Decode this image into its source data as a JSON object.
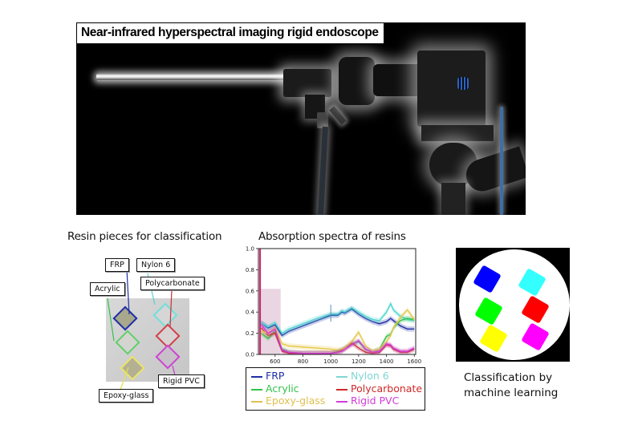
{
  "photo": {
    "title": "Near-infrared hyperspectral imaging rigid endoscope"
  },
  "resin": {
    "section_title": "Resin pieces for classification",
    "labels": [
      {
        "text": "FRP",
        "color": "#1f2fa8"
      },
      {
        "text": "Nylon 6",
        "color": "#4fd6d0"
      },
      {
        "text": "Acrylic",
        "color": "#33c24a"
      },
      {
        "text": "Polycarbonate",
        "color": "#c8303a"
      },
      {
        "text": "Rigid PVC",
        "color": "#c83ad0"
      },
      {
        "text": "Epoxy-glass",
        "color": "#e6e04a"
      }
    ]
  },
  "chart": {
    "section_title": "Absorption spectra of resins"
  },
  "classification": {
    "caption_line1": "Classification by",
    "caption_line2": "machine learning",
    "blob_colors": [
      "#0000ff",
      "#33ffff",
      "#00ff00",
      "#ff0000",
      "#ffff00",
      "#ff00ff"
    ]
  },
  "chart_data": {
    "type": "line",
    "title": "Absorption spectra of resins",
    "xlabel": "",
    "ylabel": "",
    "xlim": [
      480,
      1610
    ],
    "ylim": [
      0.0,
      1.0
    ],
    "x_ticks": [
      "600",
      "800",
      "1000",
      "1200",
      "1400",
      "1600"
    ],
    "y_ticks": [
      "0.0",
      "0.2",
      "0.4",
      "0.6",
      "0.8",
      "1.0"
    ],
    "grid": false,
    "legend_position": "below",
    "x": [
      500,
      550,
      600,
      650,
      700,
      800,
      900,
      1000,
      1050,
      1080,
      1100,
      1150,
      1200,
      1250,
      1300,
      1350,
      1400,
      1430,
      1450,
      1500,
      1550,
      1600
    ],
    "series": [
      {
        "name": "FRP",
        "color": "#1f2fa8",
        "values": [
          0.3,
          0.25,
          0.28,
          0.18,
          0.22,
          0.27,
          0.32,
          0.37,
          0.37,
          0.4,
          0.39,
          0.43,
          0.38,
          0.34,
          0.31,
          0.29,
          0.31,
          0.34,
          0.32,
          0.27,
          0.24,
          0.24
        ]
      },
      {
        "name": "Nylon 6",
        "color": "#4fd6d0",
        "values": [
          0.3,
          0.26,
          0.3,
          0.2,
          0.24,
          0.29,
          0.34,
          0.38,
          0.38,
          0.41,
          0.4,
          0.44,
          0.4,
          0.36,
          0.33,
          0.32,
          0.4,
          0.48,
          0.42,
          0.36,
          0.33,
          0.32
        ]
      },
      {
        "name": "Acrylic",
        "color": "#33c24a",
        "values": [
          0.2,
          0.15,
          0.22,
          0.05,
          0.02,
          0.01,
          0.01,
          0.01,
          0.03,
          0.04,
          0.06,
          0.1,
          0.12,
          0.05,
          0.02,
          0.05,
          0.17,
          0.19,
          0.25,
          0.32,
          0.34,
          0.33
        ]
      },
      {
        "name": "Polycarbonate",
        "color": "#c8303a",
        "values": [
          0.25,
          0.18,
          0.2,
          0.03,
          0.01,
          0.01,
          0.01,
          0.01,
          0.02,
          0.04,
          0.05,
          0.11,
          0.06,
          0.02,
          0.01,
          0.02,
          0.09,
          0.08,
          0.05,
          0.02,
          0.02,
          0.05
        ]
      },
      {
        "name": "Epoxy-glass",
        "color": "#e6c84a",
        "values": [
          0.22,
          0.2,
          0.25,
          0.1,
          0.08,
          0.07,
          0.06,
          0.05,
          0.04,
          0.05,
          0.06,
          0.12,
          0.21,
          0.08,
          0.03,
          0.05,
          0.12,
          0.18,
          0.25,
          0.35,
          0.42,
          0.33
        ]
      },
      {
        "name": "Rigid PVC",
        "color": "#d23ad8",
        "values": [
          0.28,
          0.2,
          0.24,
          0.04,
          0.02,
          0.01,
          0.01,
          0.01,
          0.02,
          0.03,
          0.05,
          0.09,
          0.13,
          0.05,
          0.02,
          0.03,
          0.1,
          0.09,
          0.06,
          0.03,
          0.03,
          0.06
        ]
      }
    ]
  }
}
